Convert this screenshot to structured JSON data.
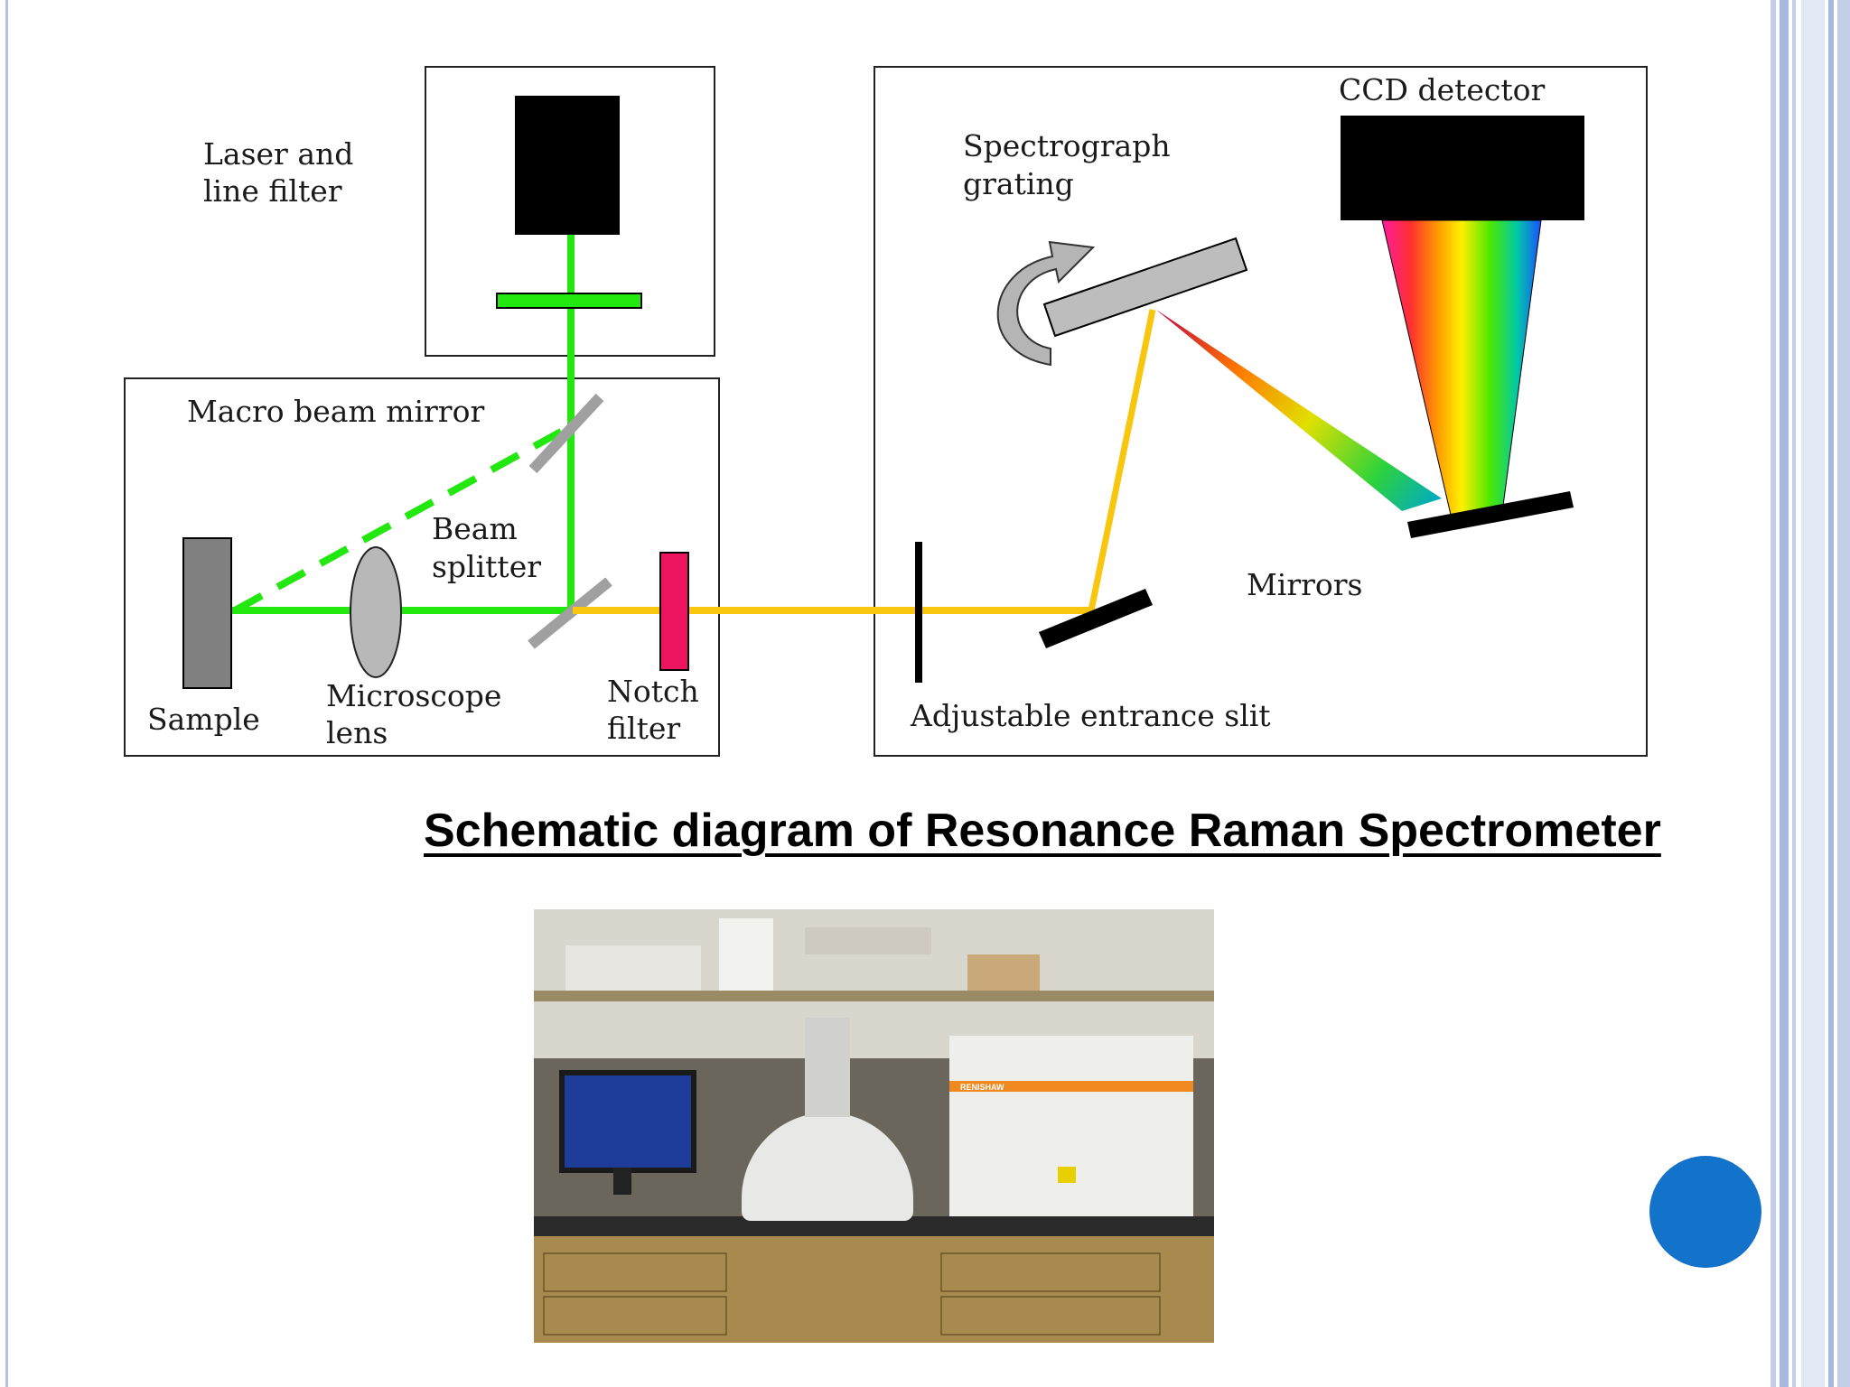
{
  "labels": {
    "laser_line1": "Laser and",
    "laser_line2": "line filter",
    "macro_mirror": "Macro beam mirror",
    "beam_line1": "Beam",
    "beam_line2": "splitter",
    "sample": "Sample",
    "microscope_line1": "Microscope",
    "microscope_line2": "lens",
    "notch_line1": "Notch",
    "notch_line2": "filter",
    "spectrograph_line1": "Spectrograph",
    "spectrograph_line2": "grating",
    "ccd": "CCD detector",
    "mirrors": "Mirrors",
    "slit": "Adjustable entrance slit"
  },
  "caption": "Schematic diagram of Resonance Raman Spectrometer",
  "photo": {
    "brand_label": "RENISHAW"
  },
  "colors": {
    "laser_beam": "#22e80f",
    "raman_beam": "#f8c60e",
    "notch_filter": "#ee1560",
    "nav_dot": "#1372c9",
    "sidebar": "#a9b9dd"
  }
}
